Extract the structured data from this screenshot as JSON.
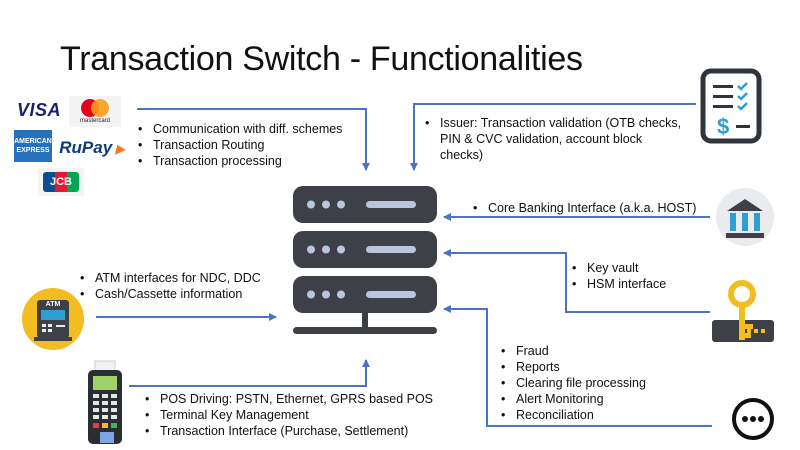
{
  "title": "Transaction Switch - Functionalities",
  "logos": {
    "visa": "VISA",
    "mastercard": "mastercard",
    "amex_line1": "AMERICAN",
    "amex_line2": "EXPRESS",
    "rupay": "RuPay",
    "jcb": "JCB"
  },
  "atm_label": "ATM",
  "schemes": {
    "items": [
      "Communication with diff. schemes",
      "Transaction Routing",
      "Transaction processing"
    ]
  },
  "issuer": {
    "items": [
      "Issuer: Transaction validation (OTB checks, PIN & CVC validation, account block checks)"
    ]
  },
  "core_banking": {
    "items": [
      "Core Banking Interface (a.k.a. HOST)"
    ]
  },
  "hsm": {
    "items": [
      "Key vault",
      "HSM interface"
    ]
  },
  "atm": {
    "items": [
      "ATM interfaces for NDC, DDC",
      "Cash/Cassette information"
    ]
  },
  "other": {
    "items": [
      "Fraud",
      "Reports",
      "Clearing file processing",
      "Alert Monitoring",
      "Reconciliation"
    ]
  },
  "pos": {
    "items": [
      "POS Driving: PSTN, Ethernet, GPRS based POS",
      "Terminal Key Management",
      "Transaction Interface (Purchase, Settlement)"
    ]
  },
  "colors": {
    "arrow": "#4a74c4",
    "server": "#3d4147",
    "server_detail": "#b9c7dd",
    "icon_yellow": "#f3bd22",
    "icon_teal": "#2f9ed2",
    "icon_dark": "#30343b"
  }
}
